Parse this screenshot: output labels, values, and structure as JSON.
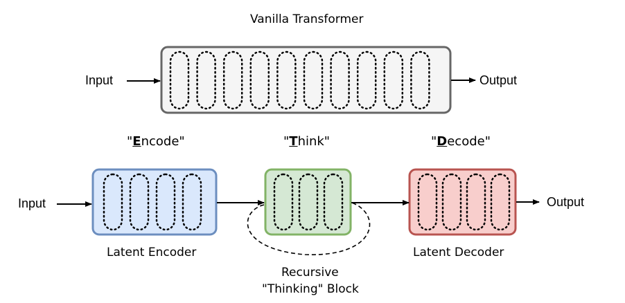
{
  "title": "Vanilla Transformer",
  "top": {
    "input": "Input",
    "output": "Output"
  },
  "bottom": {
    "input": "Input",
    "output": "Output",
    "encoder": {
      "quote_open": "\"",
      "key": "E",
      "rest": "ncode\"",
      "label": "Latent Encoder",
      "fill": "#dae8fc",
      "stroke": "#6c8ebf"
    },
    "think": {
      "quote_open": "\"",
      "key": "T",
      "rest": "hink\"",
      "label_line1": "Recursive",
      "label_line2": "\"Thinking\" Block",
      "fill": "#d5e8d4",
      "stroke": "#82b366"
    },
    "decoder": {
      "quote_open": "\"",
      "key": "D",
      "rest": "ecode\"",
      "label": "Latent Decoder",
      "fill": "#f8cecc",
      "stroke": "#b85450"
    }
  },
  "colors": {
    "transformer_fill": "#f5f5f5",
    "transformer_stroke": "#666666"
  }
}
